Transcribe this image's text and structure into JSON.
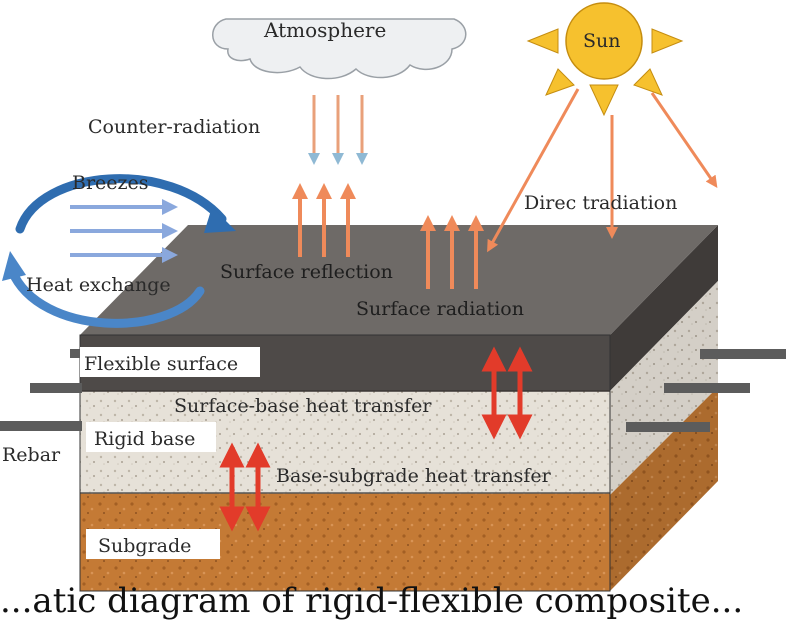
{
  "labels": {
    "atmosphere": "Atmosphere",
    "sun": "Sun",
    "counter_radiation": "Counter-radiation",
    "breezes": "Breezes",
    "heat_exchange": "Heat exchange",
    "direct_radiation": "Direc tradiation",
    "surface_reflection": "Surface reflection",
    "surface_radiation": "Surface radiation",
    "flexible_surface": "Flexible surface",
    "surface_base_transfer": "Surface-base heat transfer",
    "rigid_base": "Rigid base",
    "rebar": "Rebar",
    "base_subgrade_transfer": "Base-subgrade heat transfer",
    "subgrade": "Subgrade"
  },
  "caption": "...atic diagram of rigid-flexible composite...",
  "colors": {
    "asphalt_top": "#6e6a67",
    "asphalt_front": "#4e4a48",
    "base": "#e6e1d8",
    "subgrade": "#c47a35",
    "sun": "#f6c12e",
    "heat_arrow": "#e23b2a",
    "rad_arrow": "#ef8a5a",
    "breeze_arrow": "#2f6db0"
  }
}
